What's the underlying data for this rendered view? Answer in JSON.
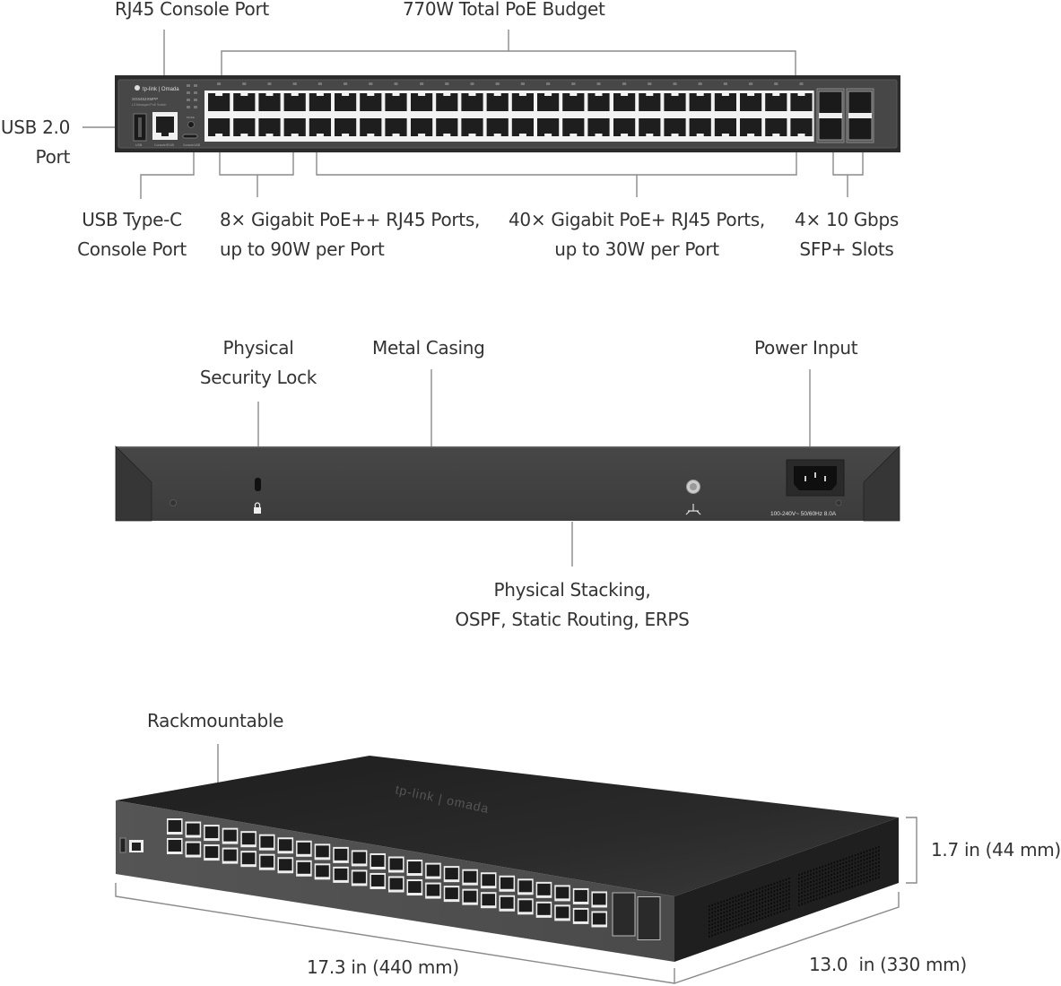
{
  "front_view": {
    "labels": {
      "rj45_console": "RJ45 Console Port",
      "poe_budget": "770W Total PoE Budget",
      "usb20_line1": "USB 2.0",
      "usb20_line2": "Port",
      "usbc_line1": "USB Type-C",
      "usbc_line2": "Console Port",
      "poepp_line1": "8× Gigabit PoE++ RJ45 Ports,",
      "poepp_line2": "up to 90W per Port",
      "poep_line1": "40× Gigabit PoE+ RJ45 Ports,",
      "poep_line2": "up to 30W per Port",
      "sfp_line1": "4× 10 Gbps",
      "sfp_line2": "SFP+ Slots"
    },
    "panel": {
      "brand": "tp-link | Omada",
      "model": "SG6452XMPP",
      "subtitle": "L3 Managed PoE Switch",
      "usb_label": "USB",
      "console_rj45_label": "Console/RJ45",
      "console_usb_label": "Console/USB",
      "mode_label": "MODE",
      "rj45_port_count": 48,
      "sfp_port_count": 4
    }
  },
  "rear_view": {
    "labels": {
      "lock_line1": "Physical",
      "lock_line2": "Security Lock",
      "casing": "Metal Casing",
      "power": "Power Input",
      "stack_line1": "Physical Stacking,",
      "stack_line2": "OSPF, Static Routing, ERPS"
    },
    "power_rating": "100-240V~ 50/60Hz 8.0A"
  },
  "perspective_view": {
    "labels": {
      "rack": "Rackmountable",
      "height": "1.7 in (44 mm)",
      "width": "17.3 in (440 mm)",
      "depth": "13.0  in (330 mm)"
    },
    "top_logo": "tp-link | omada"
  },
  "colors": {
    "label_text": "#333333",
    "leader_line": "#888888",
    "chassis": "#3b3b3b",
    "chassis_dark": "#2a2a2a",
    "port_frame": "#f2f2f2",
    "port_hole": "#1e1e1e"
  }
}
